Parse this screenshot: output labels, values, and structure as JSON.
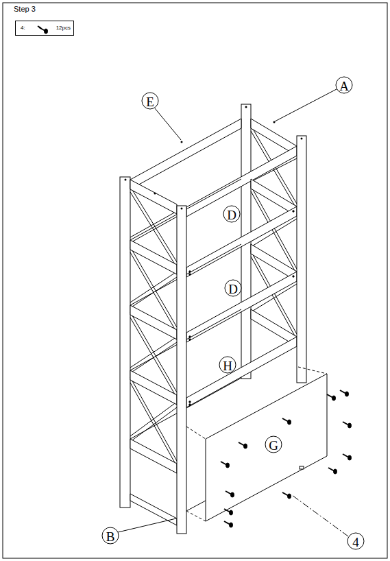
{
  "diagram": {
    "title": "Step 3",
    "nodes": [
      {
        "text": [
          "4:",
          "12pcs"
        ]
      }
    ],
    "labels": [
      "A",
      "E",
      "D",
      "D",
      "H",
      "G",
      "B",
      "4"
    ]
  }
}
